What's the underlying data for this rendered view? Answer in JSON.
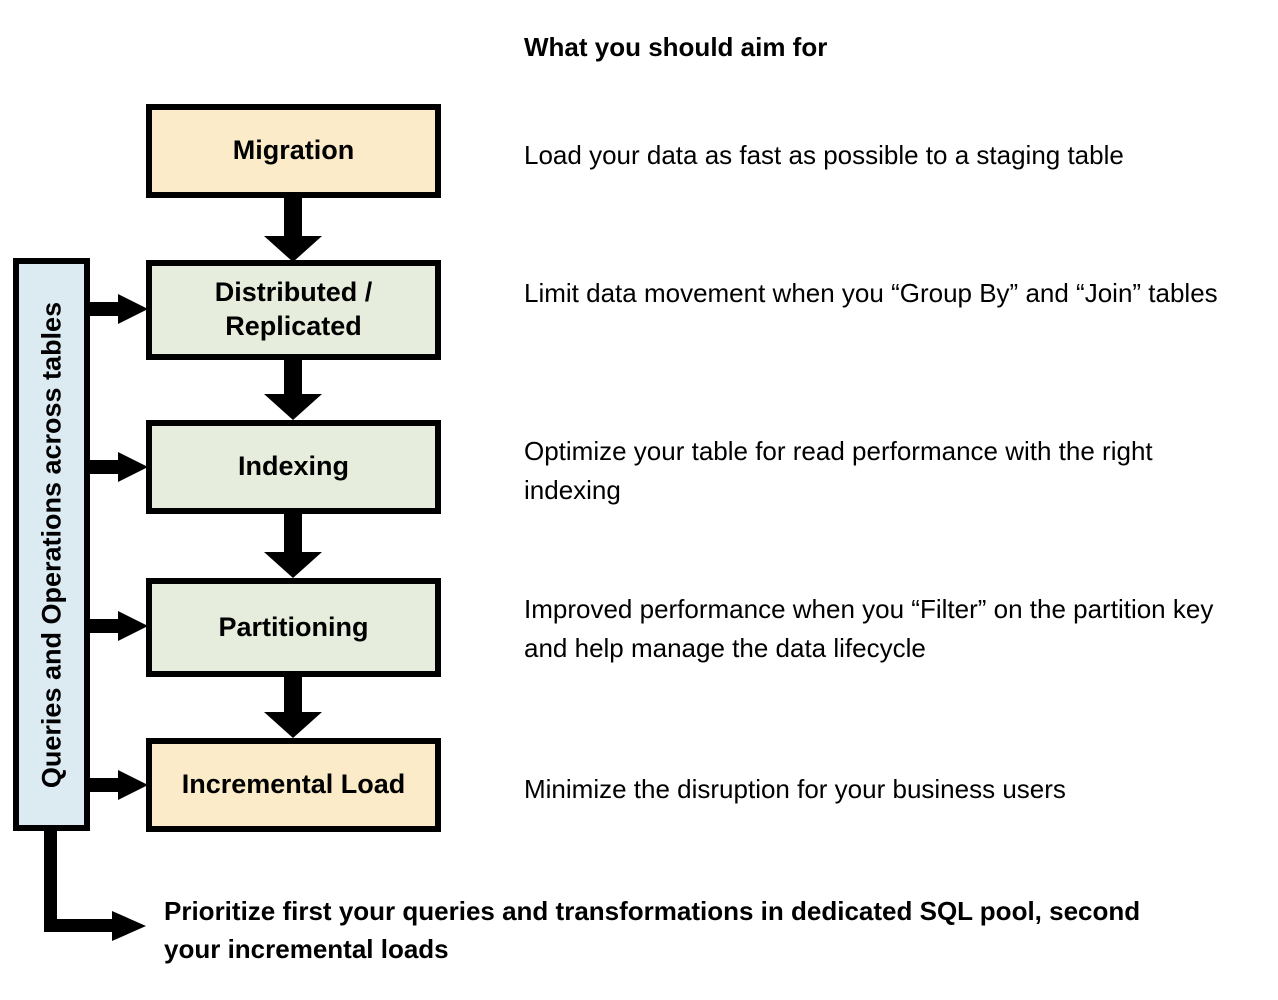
{
  "title": "What you should aim for",
  "side_bar": {
    "label": "Queries and Operations across tables",
    "color": "#dceaf2"
  },
  "colors": {
    "cream": "#fcebc8",
    "green": "#e6eddc",
    "blue": "#dceaf2",
    "outline": "#000000",
    "background": "#ffffff"
  },
  "stages": [
    {
      "name": "Migration",
      "label": "Migration",
      "fill": "#fcebc8",
      "description": "Load your data as fast as possible to a staging table",
      "fed_by_side_bar": false
    },
    {
      "name": "Distributed / Replicated",
      "label": "Distributed /\nReplicated",
      "line1": "Distributed /",
      "line2": "Replicated",
      "fill": "#e6eddc",
      "description": "Limit data movement when you “Group By” and “Join” tables",
      "fed_by_side_bar": true
    },
    {
      "name": "Indexing",
      "label": "Indexing",
      "fill": "#e6eddc",
      "description": "Optimize your table for read performance with the right indexing",
      "fed_by_side_bar": true
    },
    {
      "name": "Partitioning",
      "label": "Partitioning",
      "fill": "#e6eddc",
      "description": "Improved performance when you “Filter” on the partition key and help manage the data lifecycle",
      "fed_by_side_bar": true
    },
    {
      "name": "Incremental Load",
      "label": "Incremental Load",
      "fill": "#fcebc8",
      "description": "Minimize the disruption for your business users",
      "fed_by_side_bar": true
    }
  ],
  "footer_note": "Prioritize first your queries and transformations in dedicated SQL pool, second your incremental loads"
}
